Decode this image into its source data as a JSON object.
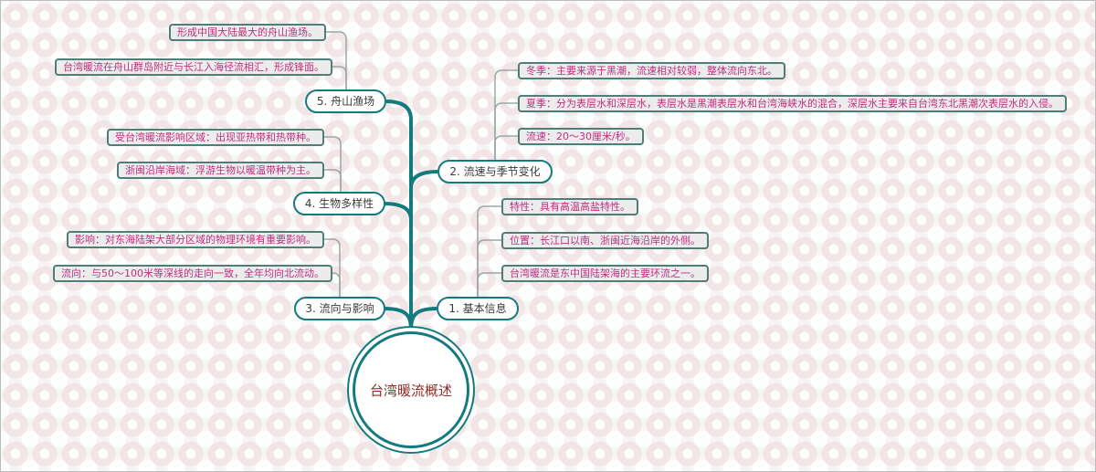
{
  "colors": {
    "trunk": "#137a7e",
    "leaf_connector": "#9aa7a5",
    "leaf_border": "#4f7d77",
    "leaf_text": "#bf2f80",
    "leaf_fill": "#ececec",
    "branch_text": "#3a3a3a",
    "root_text": "#8f2d28"
  },
  "root": {
    "label": "台湾暖流概述"
  },
  "branches": {
    "b1": {
      "label": "1. 基本信息",
      "leaves": [
        "特性：具有高温高盐特性。",
        "位置：长江口以南、浙闽近海沿岸的外侧。",
        "台湾暖流是东中国陆架海的主要环流之一。"
      ]
    },
    "b2": {
      "label": "2. 流速与季节变化",
      "leaves": [
        "冬季：主要来源于黑潮，流速相对较弱，整体流向东北。",
        "夏季：分为表层水和深层水，表层水是黑潮表层水和台湾海峡水的混合，深层水主要来自台湾东北黑潮次表层水的入侵。",
        "流速：20～30厘米/秒。"
      ]
    },
    "b3": {
      "label": "3. 流向与影响",
      "leaves": [
        "影响：对东海陆架大部分区域的物理环境有重要影响。",
        "流向：与50～100米等深线的走向一致，全年均向北流动。"
      ]
    },
    "b4": {
      "label": "4. 生物多样性",
      "leaves": [
        "受台湾暖流影响区域：出现亚热带和热带种。",
        "浙闽沿岸海域：浮游生物以暖温带种为主。"
      ]
    },
    "b5": {
      "label": "5. 舟山渔场",
      "leaves": [
        "形成中国大陆最大的舟山渔场。",
        "台湾暖流在舟山群岛附近与长江入海径流相汇，形成锋面。"
      ]
    }
  }
}
